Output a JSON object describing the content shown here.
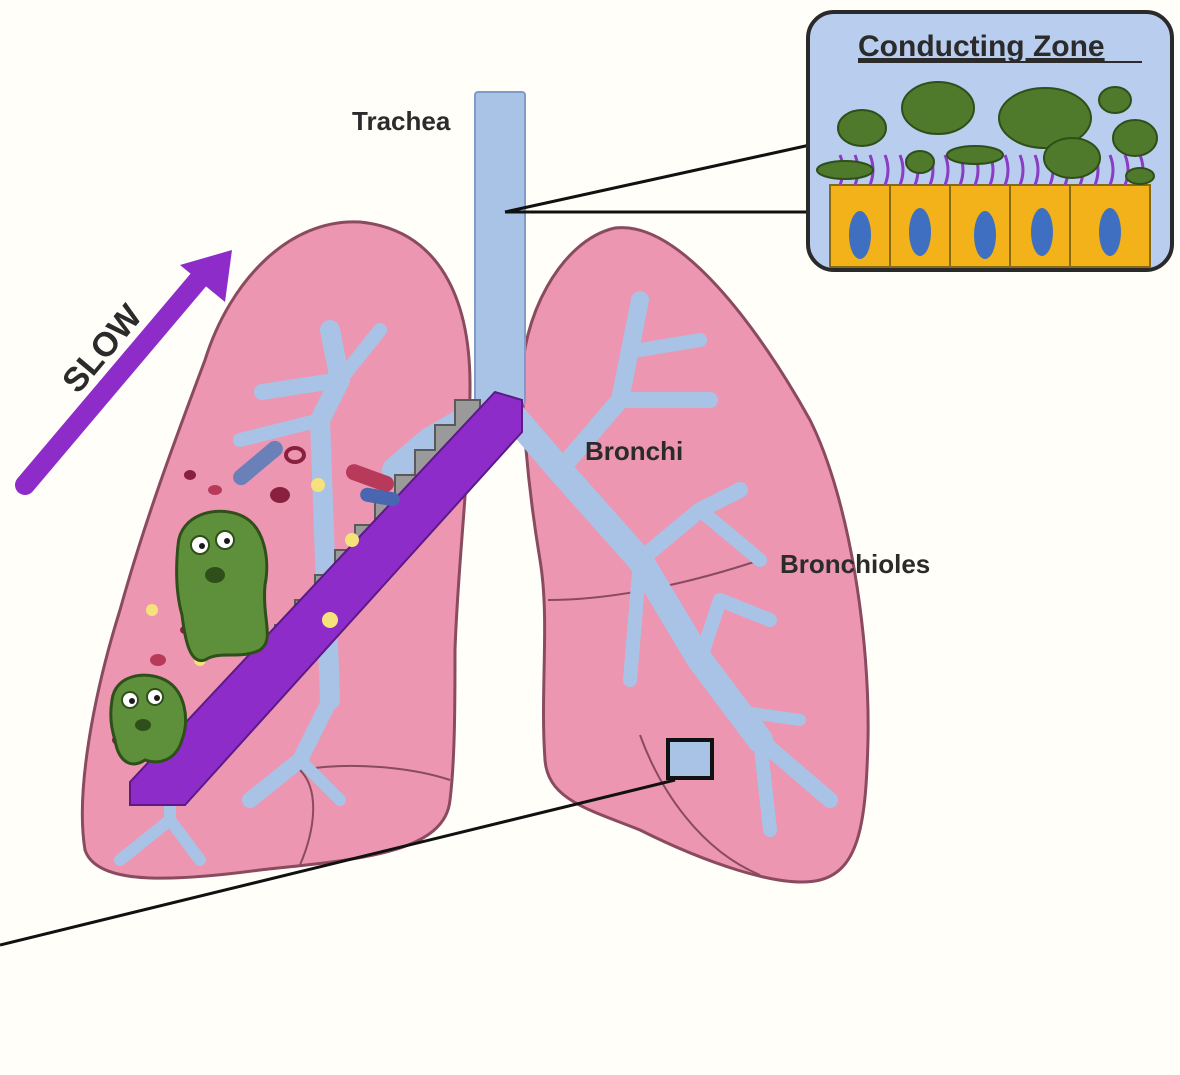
{
  "labels": {
    "trachea": "Trachea",
    "bronchi": "Bronchi",
    "bronchioles": "Bronchioles",
    "slow": "SLOW",
    "inset_title": "Conducting Zone"
  },
  "colors": {
    "lung_fill": "#ec96b2",
    "lung_stroke": "#8a4a60",
    "airway": "#a9c3e6",
    "escalator": "#8e2cc9",
    "inset_bg": "#b9cdee",
    "mucus": "#4f7a2b",
    "cilia": "#8a3cc2",
    "cell_fill": "#f3b21a",
    "nucleus": "#3e6fc0",
    "microbe": "#5e8f3a"
  },
  "icons": [
    "arrow-up-right-icon",
    "microbe-icon",
    "magnifier-box-icon"
  ]
}
